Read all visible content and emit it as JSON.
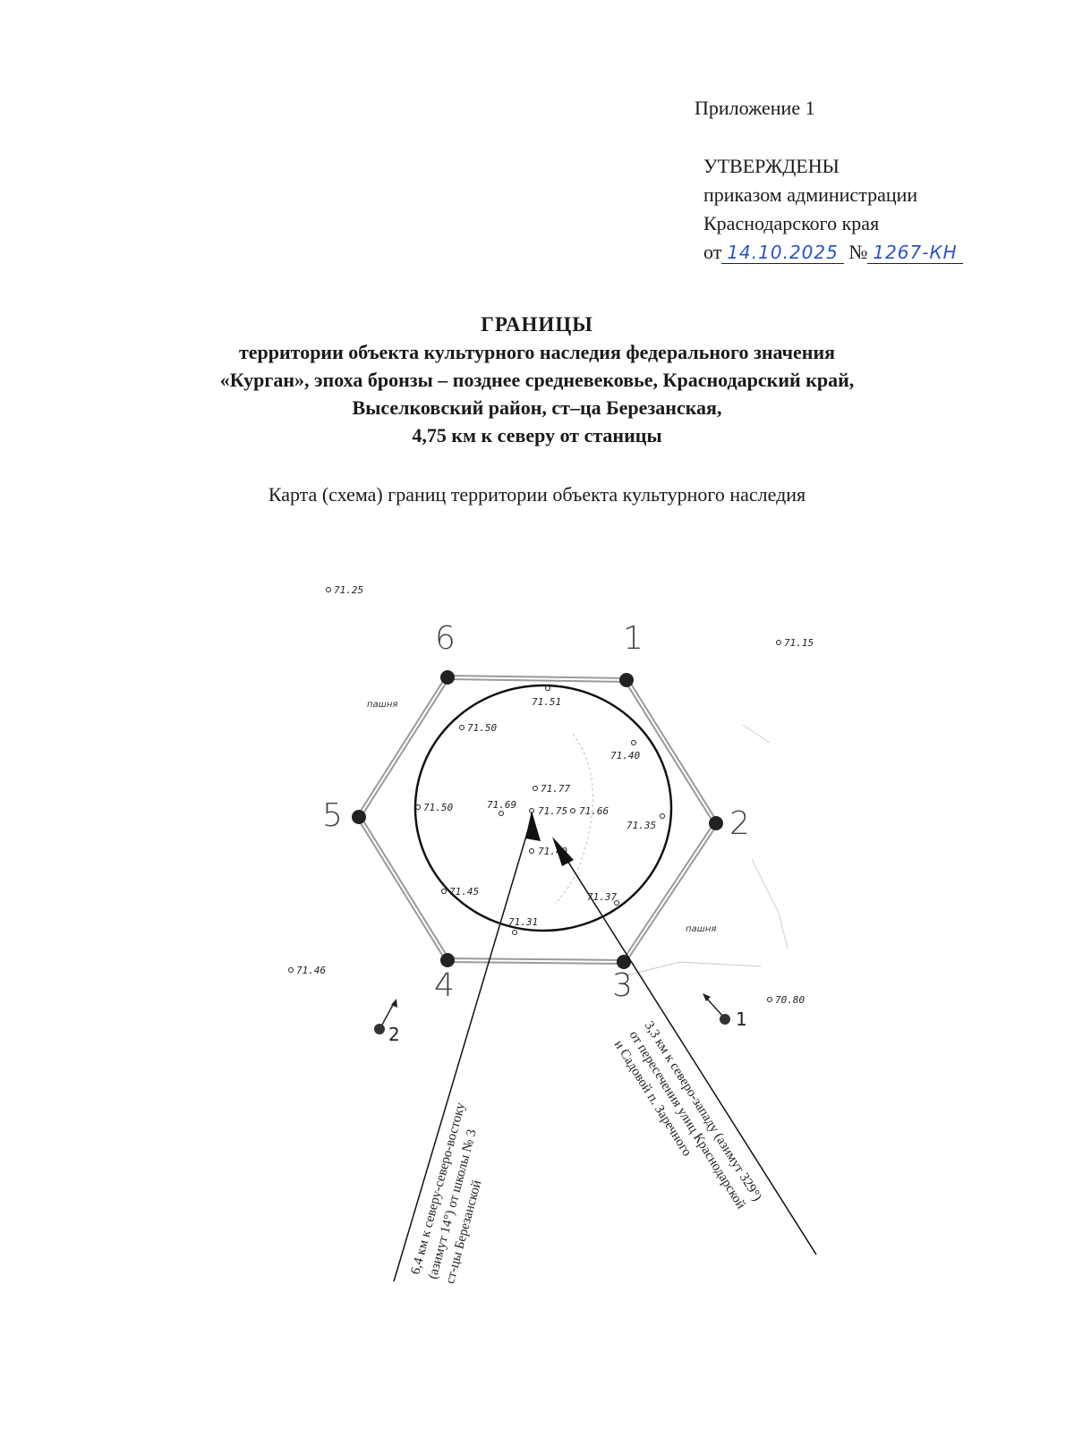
{
  "annex": "Приложение 1",
  "approval": {
    "status": "УТВЕРЖДЕНЫ",
    "line1": "приказом администрации",
    "line2": "Краснодарского края",
    "date_prefix": "от",
    "date": "14.10.2025",
    "number_prefix": "№",
    "number": "1267-КН"
  },
  "title": {
    "heading": "ГРАНИЦЫ",
    "lines": [
      "территории объекта культурного наследия федерального значения",
      "«Курган», эпоха бронзы – позднее средневековье, Краснодарский край,",
      "Выселковский район, ст–ца Березанская,",
      "4,75 км к северу от станицы"
    ]
  },
  "map_caption": "Карта (схема) границ территории объекта культурного наследия",
  "map": {
    "vertices": [
      "1",
      "2",
      "3",
      "4",
      "5",
      "6"
    ],
    "elevations": {
      "e7125": "71.25",
      "e7115": "71.15",
      "e7151": "71.51",
      "e7150a": "71.50",
      "e7140": "71.40",
      "e7177": "71.77",
      "e7169": "71.69",
      "e7175": "71.75",
      "e7166": "71.66",
      "e7150b": "71.50",
      "e7135": "71.35",
      "e7149": "71.49",
      "e7145": "71.45",
      "e7137": "71.37",
      "e7131": "71.31",
      "e7146": "71.46",
      "e7080": "70.80"
    },
    "land_labels": [
      "пашня",
      "пашня"
    ],
    "reference_points": [
      "1",
      "2"
    ],
    "ref_note_left": [
      "6,4 км к северу-северо-востоку",
      "(азимут 14°) от школы № 3",
      "ст-цы Березанской"
    ],
    "ref_note_right": [
      "3,3 км к северо-западу (азимут 329°)",
      "от пересечения улиц Краснодарской",
      "и Садовой п. Заречного"
    ]
  }
}
